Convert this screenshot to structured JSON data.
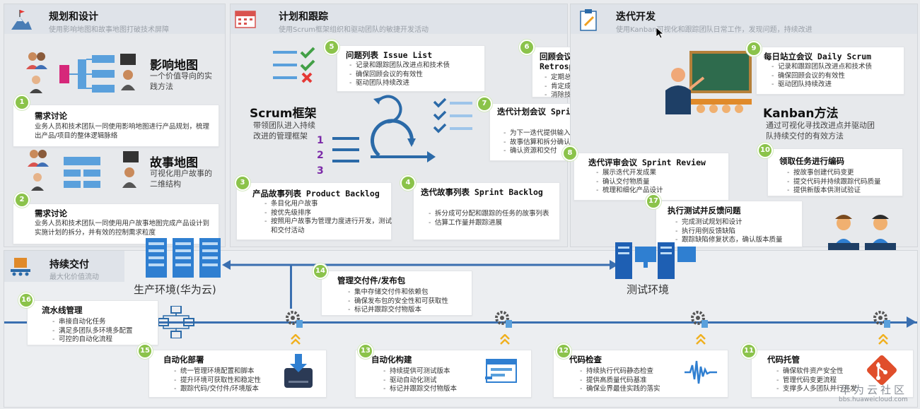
{
  "planning": {
    "title": "规划和设计",
    "subtitle": "使用影响地图和故事地图打破技术屏障",
    "impact_map": {
      "title": "影响地图",
      "desc": "一个价值导向的实践方法"
    },
    "story_map": {
      "title": "故事地图",
      "desc": "可视化用户故事的二维结构"
    },
    "card1": {
      "num": "1",
      "title": "需求讨论",
      "text": "业务人员和技术团队一同使用影响地图进行产品规划，梳理出产品/项目的整体逻辑脉络"
    },
    "card2": {
      "num": "2",
      "title": "需求讨论",
      "text": "业务人员和技术团队一同使用用户故事地图完成产品设计到实施计划的拆分，并有效的控制需求粒度"
    }
  },
  "tracking": {
    "title": "计划和跟踪",
    "subtitle": "使用Scrum框架组织和驱动团队的敏捷开发活动",
    "scrum": {
      "title": "Scrum框架",
      "desc": "带领团队进入持续改进的管理框架",
      "steps": [
        "1",
        "2",
        "3"
      ]
    },
    "card5": {
      "num": "5",
      "title": "问题列表 Issue List",
      "items": [
        "记录和跟踪团队改进点和技术债",
        "确保回顾会议的有效性",
        "驱动团队持续改进"
      ]
    },
    "card6": {
      "num": "6",
      "title": "回顾会议 Retrospective",
      "items": [
        "定期总结问题和经验",
        "肯定成果，认识不足",
        "消除技术债，持续改进"
      ]
    },
    "card7": {
      "num": "7",
      "title": "迭代计划会议 Sprint Planning",
      "items": [
        "为下一迭代提供输入",
        "故事估算和拆分确认",
        "确认资源和交付"
      ]
    },
    "card3": {
      "num": "3",
      "title": "产品故事列表 Product Backlog",
      "items": [
        "条目化用户故事",
        "按优先级排序",
        "按照用户故事为管理力度进行开发，测试和交付活动"
      ]
    },
    "card4": {
      "num": "4",
      "title": "迭代故事列表 Sprint Backlog",
      "items": [
        "拆分成可分配和跟踪的任务的故事列表",
        "估算工作量并跟踪进展"
      ]
    }
  },
  "iteration": {
    "title": "迭代开发",
    "subtitle": "使用Kanban可视化和跟踪团队日常工作，发现问题，持续改进",
    "kanban": {
      "title": "Kanban方法",
      "desc": "通过可视化寻找改进点并驱动团队持续交付的有效方法"
    },
    "card9": {
      "num": "9",
      "title": "每日站立会议 Daily Scrum",
      "items": [
        "记录和跟踪团队改进点和技术债",
        "确保回顾会议的有效性",
        "驱动团队持续改进"
      ]
    },
    "card8": {
      "num": "8",
      "title": "迭代评审会议 Sprint Review",
      "items": [
        "展示迭代开发成果",
        "确认交付物质量",
        "梳理和细化产品设计"
      ]
    },
    "card10": {
      "num": "10",
      "title": "领取任务进行编码",
      "items": [
        "按故事创建代码变更",
        "提交代码并持续跟踪代码质量",
        "提供新版本供测试验证"
      ]
    },
    "card17": {
      "num": "17",
      "title": "执行测试并反馈问题",
      "items": [
        "完成测试规划和设计",
        "执行用例反馈缺陷",
        "跟踪缺陷修复状态，确认版本质量"
      ]
    }
  },
  "delivery": {
    "title": "持续交付",
    "subtitle": "最大化价值流动",
    "prod_env": "生产环境(华为云)",
    "test_env": "测试环境",
    "card16": {
      "num": "16",
      "title": "流水线管理",
      "items": [
        "串接自动化任务",
        "满足多团队多环境多配置",
        "可控的自动化流程"
      ]
    },
    "card14": {
      "num": "14",
      "title": "管理交付件/发布包",
      "items": [
        "集中存储交付件和依赖包",
        "确保发布包的安全性和可获取性",
        "标记并跟踪交付物版本"
      ]
    },
    "card15": {
      "num": "15",
      "title": "自动化部署",
      "items": [
        "统一管理环境配置和脚本",
        "提升环境可获取性和稳定性",
        "跟踪代码/交付件/环境版本"
      ]
    },
    "card13": {
      "num": "13",
      "title": "自动化构建",
      "items": [
        "持续提供可测试版本",
        "驱动自动化测试",
        "标记并跟踪交付物版本"
      ]
    },
    "card12": {
      "num": "12",
      "title": "代码检查",
      "items": [
        "持续执行代码静态检查",
        "提供高质量代码基准",
        "确保业界最佳实践的落实"
      ]
    },
    "card11": {
      "num": "11",
      "title": "代码托管",
      "items": [
        "确保软件资产安全性",
        "管理代码变更流程",
        "支撑多人多团队并行开发"
      ]
    }
  },
  "watermark": {
    "brand": "华为云社区",
    "url": "bbs.huaweicloud.com"
  },
  "colors": {
    "accent_green": "#8bc34a",
    "pipeline_blue": "#3a6fb0",
    "server_blue": "#2f7fd1",
    "board_green": "#2e6b4d",
    "git_orange": "#e04e2b"
  }
}
